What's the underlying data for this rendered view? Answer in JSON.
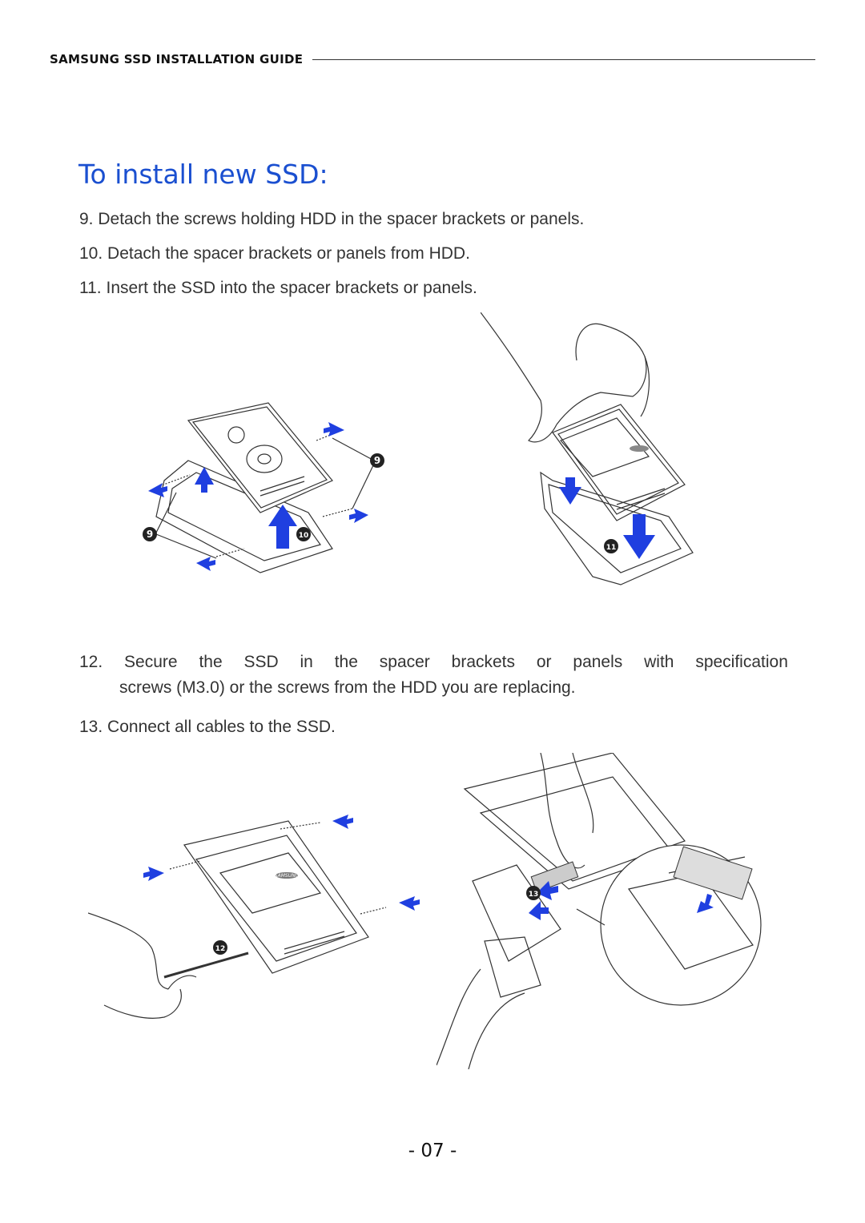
{
  "header": {
    "title": "SAMSUNG SSD INSTALLATION GUIDE"
  },
  "section": {
    "title": "To install new SSD:"
  },
  "steps": {
    "s9": {
      "num": "9.",
      "text": "Detach the screws holding HDD in the spacer brackets or panels."
    },
    "s10": {
      "num": "10.",
      "text": "Detach the spacer brackets or panels from HDD."
    },
    "s11": {
      "num": "11.",
      "text": "Insert the SSD into the spacer brackets or panels."
    },
    "s12": {
      "num": "12.",
      "line1_words": [
        "Secure",
        "the",
        "SSD",
        "in",
        "the",
        "spacer",
        "brackets",
        "or",
        "panels",
        "with",
        "specification"
      ],
      "line2": "screws (M3.0) or the screws from the HDD you are replacing."
    },
    "s13": {
      "num": "13.",
      "text": "Connect all cables to the SSD."
    }
  },
  "markers": {
    "m9": "9",
    "m10": "10",
    "m11": "11",
    "m12": "12",
    "m13": "13"
  },
  "brand_label": "SAMSUNG",
  "colors": {
    "accent_title": "#1a4fd0",
    "arrow_blue": "#1f3fe0",
    "line": "#333333"
  },
  "footer": {
    "page_number": "- 07 -"
  }
}
